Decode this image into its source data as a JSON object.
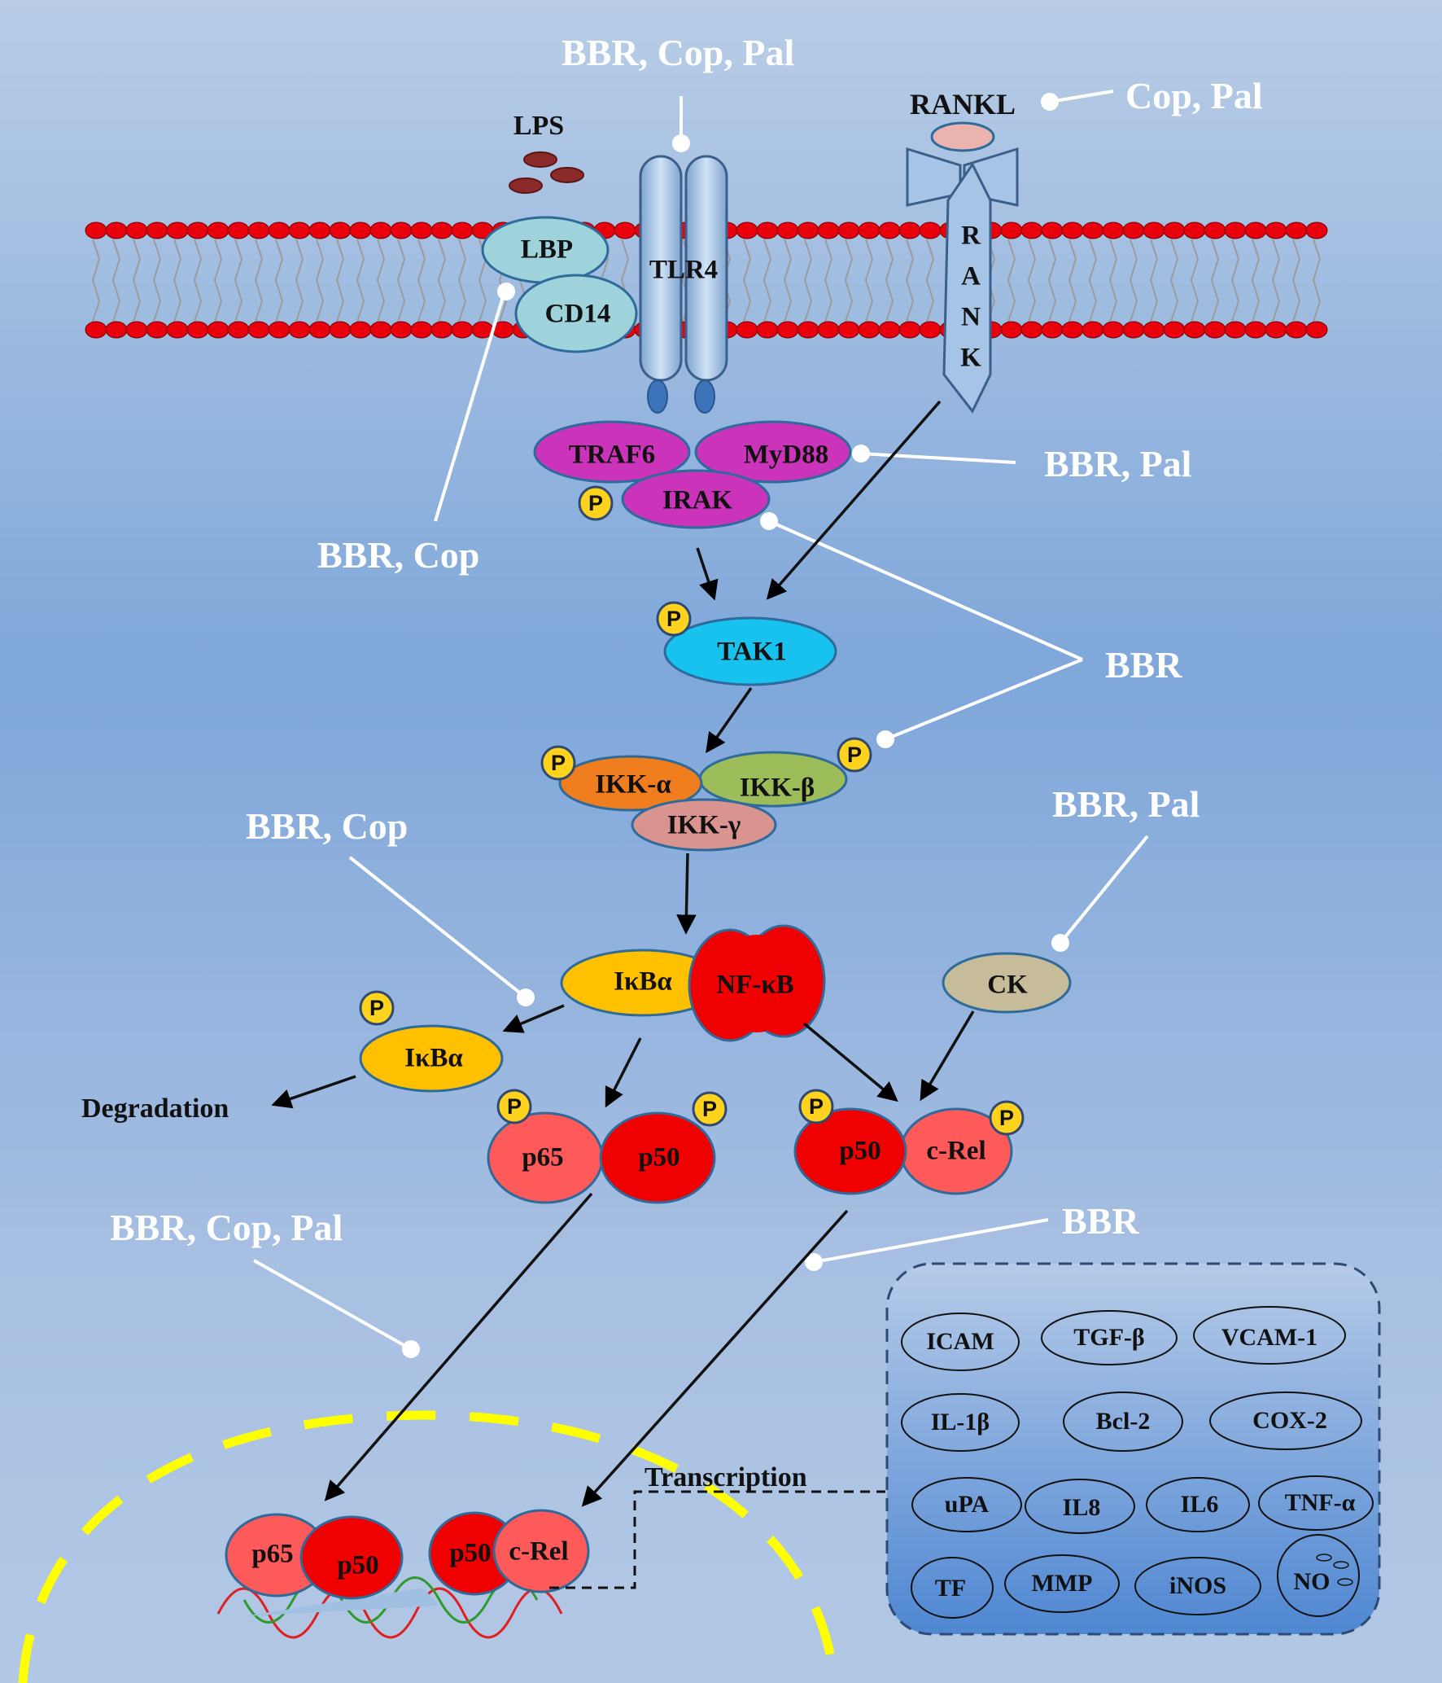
{
  "colors": {
    "background_top": "#b9cde6",
    "background_mid": "#7fa7da",
    "background_bottom": "#b2c8e4",
    "membrane_head": "#e8000c",
    "lbp_cd14": "#9fd3dc",
    "tlr4": "#a9c8e8",
    "rank": "#a6c4e6",
    "rankl": "#eab3b0",
    "adaptor_magenta": "#cc33bb",
    "tak1": "#18c2ee",
    "ikk_alpha": "#f07d1e",
    "ikk_beta": "#9dbc5a",
    "ikk_gamma": "#d99490",
    "ikba": "#ffc000",
    "nfkb_red": "#f00000",
    "light_red": "#ff5a5a",
    "ck": "#c7bc99",
    "phospho": "#ffd21e",
    "nucleus_dash": "#ffff00",
    "connector": "#ffffff"
  },
  "labels": {
    "lps": "LPS",
    "lbp": "LBP",
    "cd14": "CD14",
    "tlr4": "TLR4",
    "rankl": "RANKL",
    "rank_letters": [
      "R",
      "A",
      "N",
      "K"
    ],
    "traf6": "TRAF6",
    "myd88": "MyD88",
    "irak": "IRAK",
    "tak1": "TAK1",
    "ikk_alpha": "IKK-α",
    "ikk_beta": "IKK-β",
    "ikk_gamma": "IKK-γ",
    "ikba": "IκBα",
    "ikba_p": "IκBα",
    "nfkb": "NF-κB",
    "ck": "CK",
    "degradation": "Degradation",
    "p65": "p65",
    "p50": "p50",
    "crel": "c-Rel",
    "transcription": "Transcription",
    "phospho": "P"
  },
  "inhibitors": {
    "tlr4_top": "BBR, Cop, Pal",
    "rankl": "Cop, Pal",
    "lbp_cd14": "BBR, Cop",
    "myd88": "BBR, Pal",
    "irak_ikk": "BBR",
    "ikba": "BBR, Cop",
    "ck": "BBR, Pal",
    "p65_p50": "BBR, Cop, Pal",
    "p50_crel": "BBR"
  },
  "target_genes": [
    "ICAM",
    "TGF-β",
    "VCAM-1",
    "IL-1β",
    "Bcl-2",
    "COX-2",
    "uPA",
    "IL8",
    "IL6",
    "TNF-α",
    "TF",
    "MMP",
    "iNOS",
    "NO"
  ]
}
